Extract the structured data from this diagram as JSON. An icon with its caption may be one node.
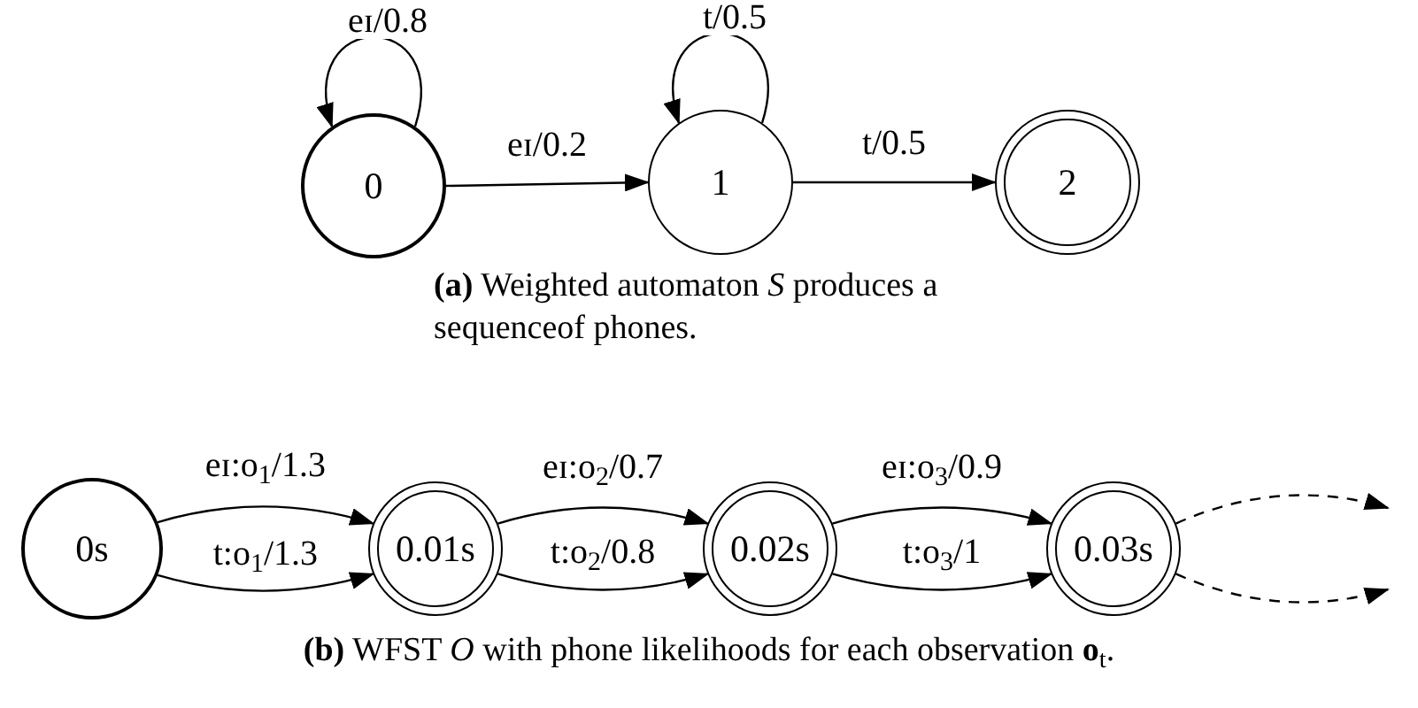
{
  "diagram": {
    "nodes": [
      {
        "text": [
          "0"
        ]
      },
      {
        "text": [
          "1"
        ]
      },
      {
        "text": [
          "2"
        ]
      },
      {
        "text": [
          "0s"
        ]
      },
      {
        "text": [
          "0.01s"
        ]
      },
      {
        "text": [
          "0.02s"
        ]
      },
      {
        "text": [
          "0.03s"
        ]
      }
    ],
    "edges": [
      {
        "from": 0,
        "to": 0,
        "arrow": "to",
        "label": "eɪ/0.8"
      },
      {
        "from": 1,
        "to": 1,
        "arrow": "to",
        "label": "t/0.5"
      },
      {
        "from": 0,
        "to": 1,
        "arrow": "to",
        "label": "eɪ/0.2"
      },
      {
        "from": 1,
        "to": 2,
        "arrow": "to",
        "label": "t/0.5"
      },
      {
        "from": 3,
        "to": 4,
        "arrow": "to",
        "label": "eɪ:o$_{1}$/1.3"
      },
      {
        "from": 3,
        "to": 4,
        "arrow": "to",
        "label": "t:o$_{1}$/1.3"
      },
      {
        "from": 4,
        "to": 5,
        "arrow": "to",
        "label": "eɪ:o$_{2}$/0.7"
      },
      {
        "from": 4,
        "to": 5,
        "arrow": "to",
        "label": "t:o$_{2}$/0.8"
      },
      {
        "from": 5,
        "to": 6,
        "arrow": "to",
        "label": "eɪ:o$_{3}$/0.9"
      },
      {
        "from": 5,
        "to": 6,
        "arrow": "to",
        "label": "t:o$_{3}$/1"
      },
      {
        "from": 6,
        "to": null,
        "arrow": "to",
        "style": "dashed"
      },
      {
        "from": 6,
        "to": null,
        "arrow": "to",
        "style": "dashed"
      }
    ],
    "labels": [
      "**(a)** Weighted automaton *S* produces a sequenceof phones.",
      "**(b)** WFST *O* with phone likelihoods for each observation **o**$_{t}$."
    ]
  }
}
